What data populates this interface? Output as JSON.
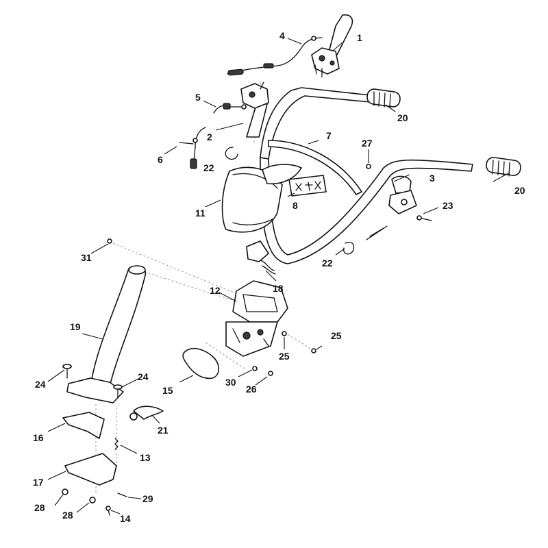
{
  "callouts": [
    {
      "id": "c1",
      "label": "1"
    },
    {
      "id": "c2",
      "label": "2"
    },
    {
      "id": "c3",
      "label": "3"
    },
    {
      "id": "c4",
      "label": "4"
    },
    {
      "id": "c5",
      "label": "5"
    },
    {
      "id": "c6",
      "label": "6"
    },
    {
      "id": "c7",
      "label": "7"
    },
    {
      "id": "c8",
      "label": "8"
    },
    {
      "id": "c11",
      "label": "11"
    },
    {
      "id": "c12",
      "label": "12"
    },
    {
      "id": "c13",
      "label": "13"
    },
    {
      "id": "c14",
      "label": "14"
    },
    {
      "id": "c15",
      "label": "15"
    },
    {
      "id": "c16",
      "label": "16"
    },
    {
      "id": "c17",
      "label": "17"
    },
    {
      "id": "c18",
      "label": "18"
    },
    {
      "id": "c19",
      "label": "19"
    },
    {
      "id": "c20a",
      "label": "20"
    },
    {
      "id": "c20b",
      "label": "20"
    },
    {
      "id": "c21",
      "label": "21"
    },
    {
      "id": "c22a",
      "label": "22"
    },
    {
      "id": "c22b",
      "label": "22"
    },
    {
      "id": "c23",
      "label": "23"
    },
    {
      "id": "c24a",
      "label": "24"
    },
    {
      "id": "c24b",
      "label": "24"
    },
    {
      "id": "c25a",
      "label": "25"
    },
    {
      "id": "c25b",
      "label": "25"
    },
    {
      "id": "c26",
      "label": "26"
    },
    {
      "id": "c27",
      "label": "27"
    },
    {
      "id": "c28a",
      "label": "28"
    },
    {
      "id": "c28b",
      "label": "28"
    },
    {
      "id": "c29",
      "label": "29"
    },
    {
      "id": "c30",
      "label": "30"
    },
    {
      "id": "c31",
      "label": "31"
    }
  ]
}
